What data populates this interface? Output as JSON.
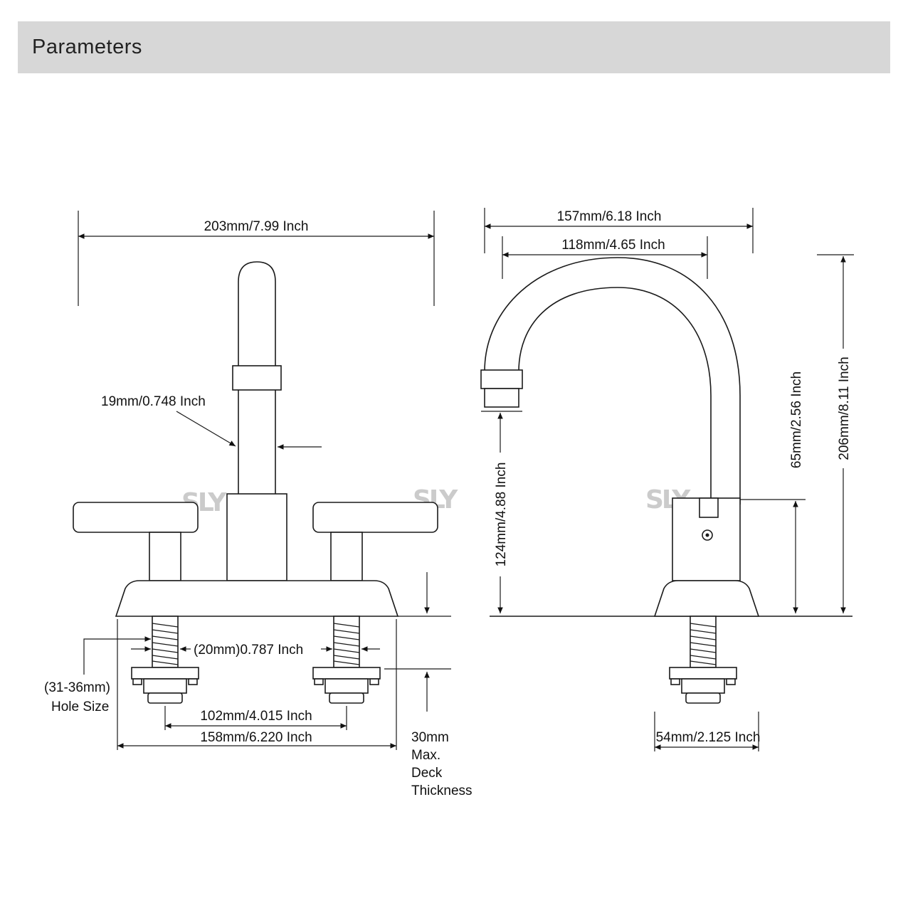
{
  "header": {
    "title": "Parameters"
  },
  "watermark": {
    "text": "SLY"
  },
  "front_view": {
    "dims": {
      "overall_width": "203mm/7.99 Inch",
      "spout_diameter": "19mm/0.748 Inch",
      "shank_diameter": "(20mm)0.787 Inch",
      "hole_size": [
        "(31-36mm)",
        "Hole Size"
      ],
      "faucet_centers": "102mm/4.015 Inch",
      "base_width": "158mm/6.220 Inch",
      "deck_thickness": [
        "30mm",
        "Max.",
        "Deck",
        "Thickness"
      ]
    }
  },
  "side_view": {
    "dims": {
      "overall_depth": "157mm/6.18 Inch",
      "spout_reach": "118mm/4.65 Inch",
      "outlet_height": "124mm/4.88 Inch",
      "body_height": "65mm/2.56 Inch",
      "overall_height": "206mm/8.11 Inch",
      "base_depth": "54mm/2.125 Inch"
    }
  }
}
